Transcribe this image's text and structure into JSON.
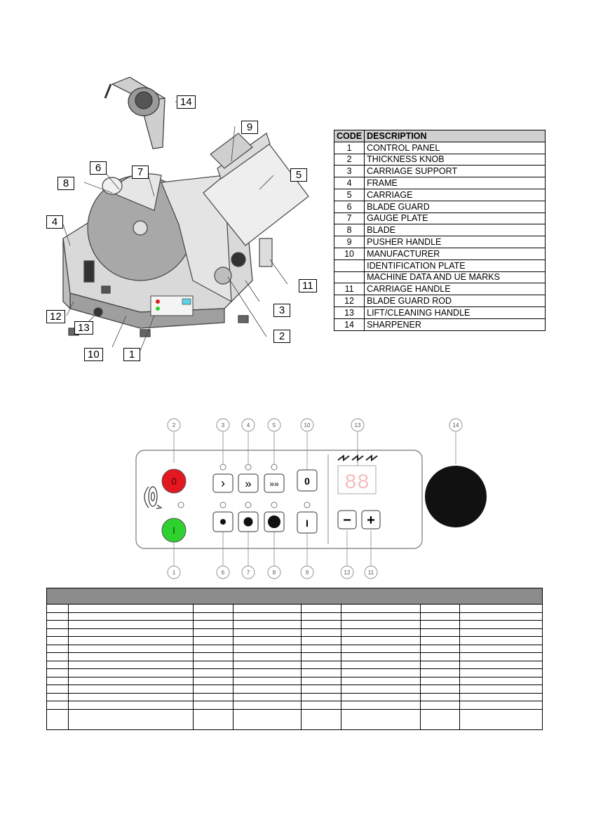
{
  "callouts": {
    "machine": [
      "14",
      "9",
      "6",
      "7",
      "8",
      "5",
      "4",
      "11",
      "3",
      "12",
      "13",
      "2",
      "10",
      "1"
    ],
    "panel": [
      "2",
      "3",
      "4",
      "5",
      "10",
      "13",
      "14",
      "1",
      "6",
      "7",
      "8",
      "9",
      "12",
      "11"
    ]
  },
  "code_table": {
    "headers": [
      "CODE",
      "DESCRIPTION"
    ],
    "rows": [
      [
        "1",
        "CONTROL PANEL"
      ],
      [
        "2",
        "THICKNESS KNOB"
      ],
      [
        "3",
        "CARRIAGE SUPPORT"
      ],
      [
        "4",
        "FRAME"
      ],
      [
        "5",
        "CARRIAGE"
      ],
      [
        "6",
        "BLADE GUARD"
      ],
      [
        "7",
        "GAUGE PLATE"
      ],
      [
        "8",
        "BLADE"
      ],
      [
        "9",
        "PUSHER HANDLE"
      ],
      [
        "10",
        "MANUFACTURER"
      ],
      [
        "",
        "IDENTIFICATION PLATE"
      ],
      [
        "",
        "MACHINE DATA AND UE MARKS"
      ],
      [
        "11",
        "CARRIAGE HANDLE"
      ],
      [
        "12",
        "BLADE GUARD ROD"
      ],
      [
        "13",
        "LIFT/CLEANING HANDLE"
      ],
      [
        "14",
        "SHARPENER"
      ]
    ]
  },
  "panel_buttons": {
    "off": "0",
    "on": "I",
    "stop": "0",
    "start": "I",
    "minus": "−",
    "plus": "+",
    "speed1": "›",
    "speed2": "»",
    "speed3": "»»",
    "display": "88"
  },
  "colors": {
    "off_button": "#e3191f",
    "on_button": "#2fd12f",
    "knob": "#111111",
    "table_header": "#d0d0d0",
    "grid_header": "#8c8c8c"
  }
}
